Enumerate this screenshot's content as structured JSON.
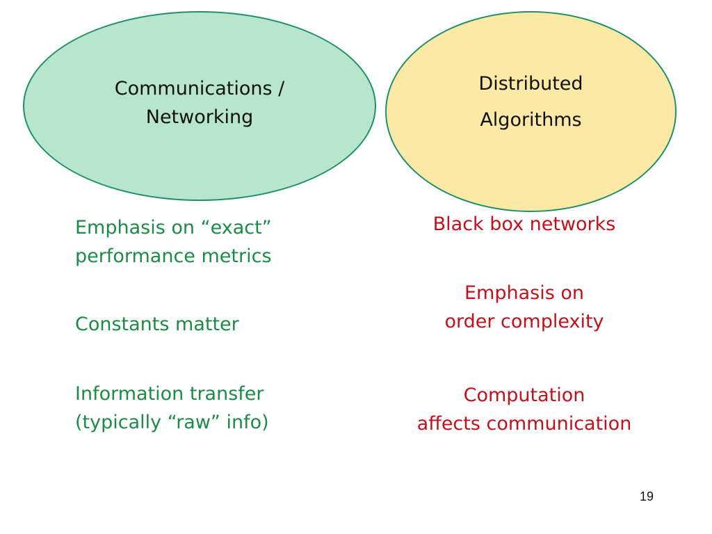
{
  "left_ellipse": {
    "lines": [
      "Communications /",
      "Networking"
    ],
    "fill": "#b7e6cd",
    "border": "#1f8f6a"
  },
  "right_ellipse": {
    "lines": [
      "Distributed",
      "Algorithms"
    ],
    "fill": "#fce9a6",
    "border": "#1f8f6a"
  },
  "left_items": [
    {
      "lines": [
        "Emphasis on “exact”",
        "performance metrics"
      ]
    },
    {
      "lines": [
        "Constants matter"
      ]
    },
    {
      "lines": [
        "Information transfer",
        "(typically “raw” info)"
      ]
    }
  ],
  "right_items": [
    {
      "lines": [
        "Black box networks"
      ]
    },
    {
      "lines": [
        "Emphasis on",
        "order complexity"
      ]
    },
    {
      "lines": [
        "Computation",
        "affects communication"
      ]
    }
  ],
  "colors": {
    "left_text": "#1e8a47",
    "right_text": "#c4101c"
  },
  "page_number": "19"
}
